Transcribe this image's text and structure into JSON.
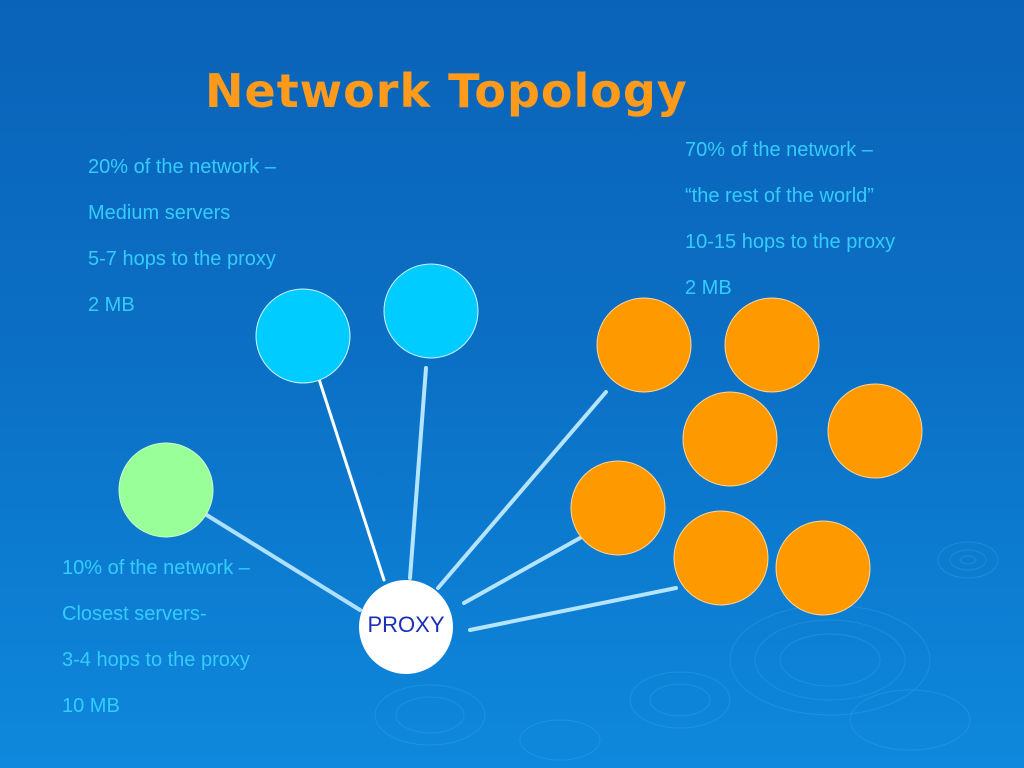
{
  "slide": {
    "title": "Network Topology",
    "colors": {
      "background": "#0b6fc4",
      "title": "#ff9a1a",
      "text": "#33ccff",
      "medium_node": "#00ccff",
      "closest_node": "#99ff99",
      "rest_node": "#ff9900",
      "proxy_node": "#ffffff",
      "proxy_text": "#1a2fb8"
    },
    "blocks": {
      "medium": [
        "20% of the network –",
        "Medium servers",
        "5-7 hops to the proxy",
        "2 MB"
      ],
      "rest": [
        "70% of the network –",
        "“the rest of the world”",
        "10-15 hops to the proxy",
        "2 MB"
      ],
      "closest": [
        "10% of the network –",
        "Closest servers-",
        "3-4 hops to the proxy",
        "10 MB"
      ]
    },
    "proxy_label": "PROXY"
  }
}
